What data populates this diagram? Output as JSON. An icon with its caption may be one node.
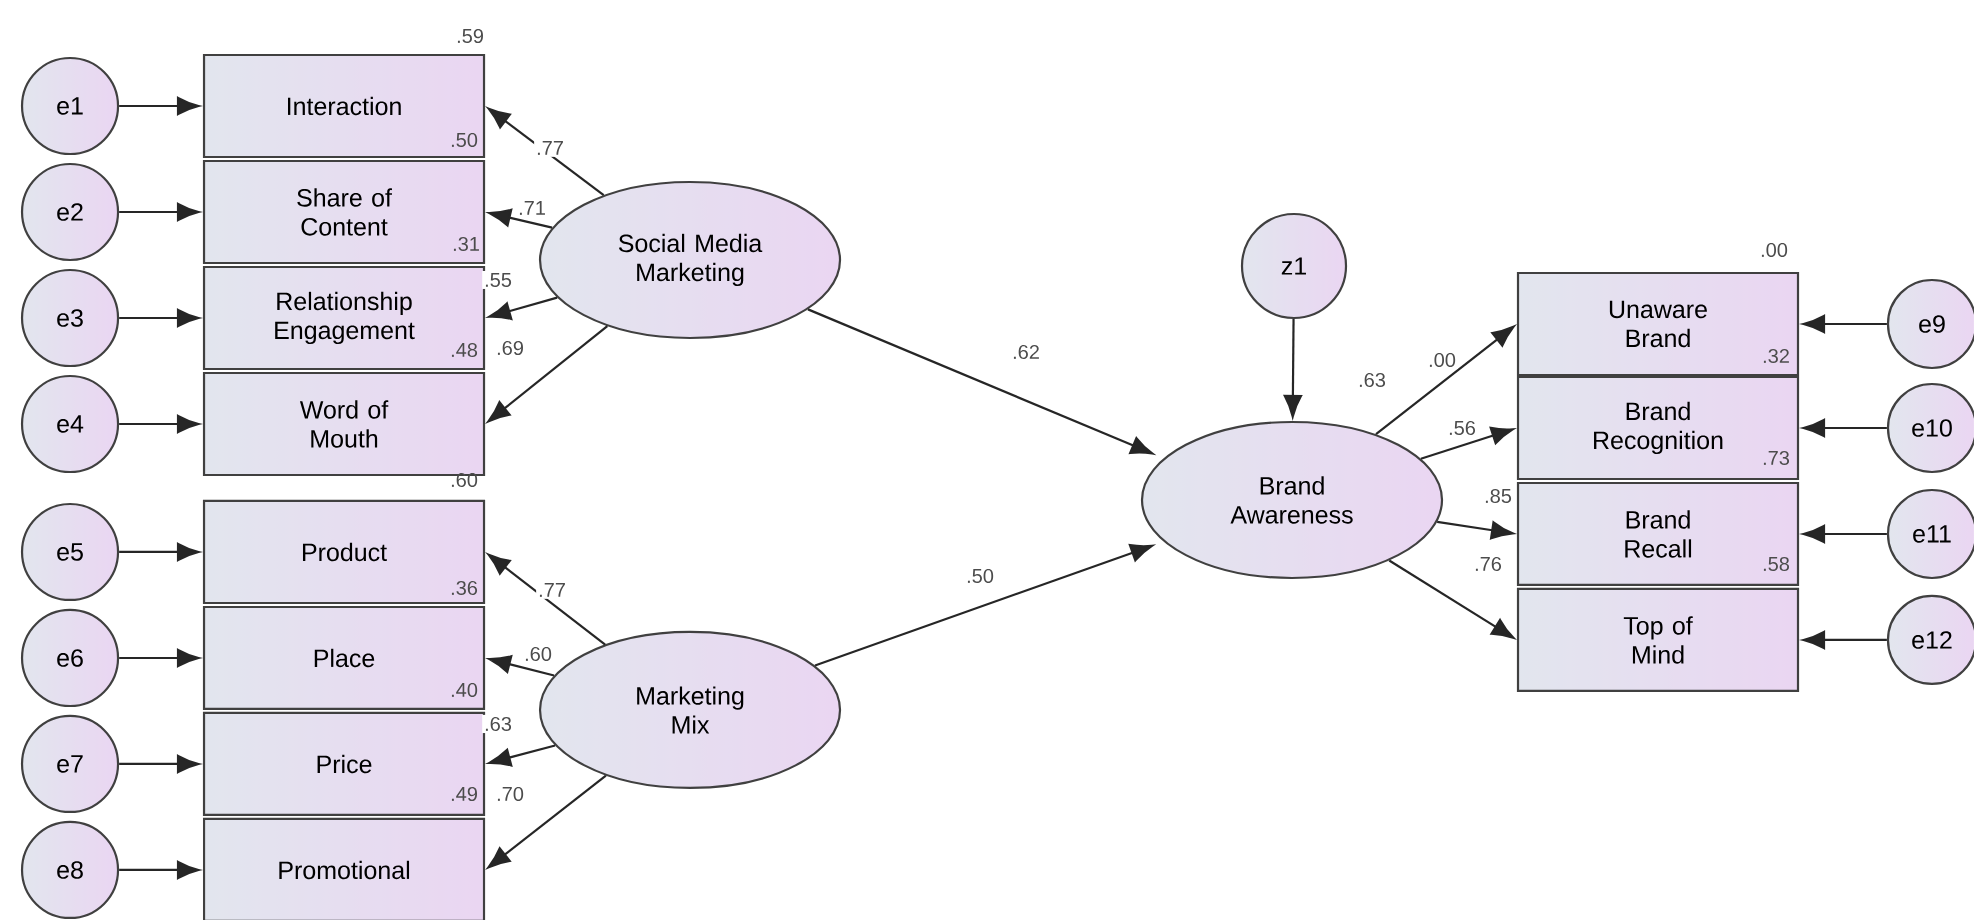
{
  "diagram": {
    "nodes": [
      {
        "text": [
          "e1"
        ]
      },
      {
        "text": [
          "Interaction"
        ]
      },
      {
        "text": [
          "e2"
        ]
      },
      {
        "text": [
          "Share of Content"
        ]
      },
      {
        "text": [
          "e3"
        ]
      },
      {
        "text": [
          "Relationship Engagement"
        ]
      },
      {
        "text": [
          "e4"
        ]
      },
      {
        "text": [
          "Word of Mouth"
        ]
      },
      {
        "text": [
          "Social Media Marketing"
        ]
      },
      {
        "text": [
          "e5"
        ]
      },
      {
        "text": [
          "Product"
        ]
      },
      {
        "text": [
          "e6"
        ]
      },
      {
        "text": [
          "Place"
        ]
      },
      {
        "text": [
          "e7"
        ]
      },
      {
        "text": [
          "Price"
        ]
      },
      {
        "text": [
          "e8"
        ]
      },
      {
        "text": [
          "Promotional"
        ]
      },
      {
        "text": [
          "Marketing Mix"
        ]
      },
      {
        "text": [
          "z1"
        ]
      },
      {
        "text": [
          "Brand Awareness"
        ]
      },
      {
        "text": [
          "Unaware Brand"
        ]
      },
      {
        "text": [
          "e9"
        ]
      },
      {
        "text": [
          "Brand Recognition"
        ]
      },
      {
        "text": [
          "e10"
        ]
      },
      {
        "text": [
          "Brand Recall"
        ]
      },
      {
        "text": [
          "e11"
        ]
      },
      {
        "text": [
          "Top of Mind"
        ]
      },
      {
        "text": [
          "e12"
        ]
      }
    ],
    "edges": [
      {
        "from": 0,
        "to": 1,
        "arrow": "to"
      },
      {
        "from": 2,
        "to": 3,
        "arrow": "to"
      },
      {
        "from": 4,
        "to": 5,
        "arrow": "to"
      },
      {
        "from": 6,
        "to": 7,
        "arrow": "to"
      },
      {
        "from": 8,
        "to": 1,
        "arrow": "to",
        "label": ".77"
      },
      {
        "from": 8,
        "to": 3,
        "arrow": "to",
        "label": ".71"
      },
      {
        "from": 8,
        "to": 5,
        "arrow": "to",
        "label": ".55"
      },
      {
        "from": 8,
        "to": 7,
        "arrow": "to",
        "label": ".69"
      },
      {
        "from": 9,
        "to": 10,
        "arrow": "to"
      },
      {
        "from": 11,
        "to": 12,
        "arrow": "to"
      },
      {
        "from": 13,
        "to": 14,
        "arrow": "to"
      },
      {
        "from": 15,
        "to": 16,
        "arrow": "to"
      },
      {
        "from": 17,
        "to": 10,
        "arrow": "to",
        "label": ".77"
      },
      {
        "from": 17,
        "to": 12,
        "arrow": "to",
        "label": ".60"
      },
      {
        "from": 17,
        "to": 14,
        "arrow": "to",
        "label": ".63"
      },
      {
        "from": 17,
        "to": 16,
        "arrow": "to",
        "label": ".70"
      },
      {
        "from": 8,
        "to": 19,
        "arrow": "to",
        "label": ".62"
      },
      {
        "from": 17,
        "to": 19,
        "arrow": "to",
        "label": ".50"
      },
      {
        "from": 18,
        "to": 19,
        "arrow": "to"
      },
      {
        "from": 19,
        "to": 20,
        "arrow": "to",
        "label": ".00"
      },
      {
        "from": 19,
        "to": 22,
        "arrow": "to",
        "label": ".56"
      },
      {
        "from": 19,
        "to": 24,
        "arrow": "to",
        "label": ".85"
      },
      {
        "from": 19,
        "to": 26,
        "arrow": "to",
        "label": ".76"
      },
      {
        "from": 21,
        "to": 20,
        "arrow": "to"
      },
      {
        "from": 23,
        "to": 22,
        "arrow": "to"
      },
      {
        "from": 25,
        "to": 24,
        "arrow": "to"
      },
      {
        "from": 27,
        "to": 26,
        "arrow": "to"
      }
    ],
    "labels": [
      ".59",
      ".50",
      ".31",
      ".48",
      ".60",
      ".36",
      ".40",
      ".49",
      ".63",
      ".00",
      ".32",
      ".73",
      ".58"
    ]
  }
}
